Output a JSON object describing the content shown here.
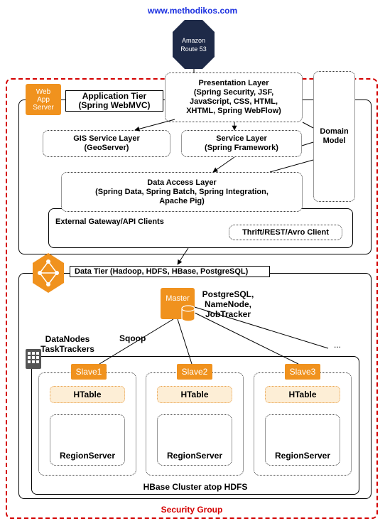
{
  "header": {
    "url": "www.methodikos.com"
  },
  "route53": {
    "label_line1": "Amazon",
    "label_line2": "Route 53"
  },
  "security_group": {
    "label": "Security Group"
  },
  "web_app_server": {
    "label_line1": "Web",
    "label_line2": "App",
    "label_line3": "Server"
  },
  "application_tier": {
    "label_line1": "Application Tier",
    "label_line2": "(Spring WebMVC)"
  },
  "presentation_layer": {
    "line1": "Presentation Layer",
    "line2": "(Spring Security, JSF,",
    "line3": "JavaScript, CSS, HTML,",
    "line4": "XHTML, Spring WebFlow)"
  },
  "domain_model": {
    "line1": "Domain",
    "line2": "Model"
  },
  "gis_service_layer": {
    "line1": "GIS Service Layer",
    "line2": "(GeoServer)"
  },
  "service_layer": {
    "line1": "Service Layer",
    "line2": "(Spring Framework)"
  },
  "data_access_layer": {
    "line1": "Data Access Layer",
    "line2": "(Spring Data, Spring Batch, Spring Integration,",
    "line3": "Apache Pig)"
  },
  "external_gateway": {
    "label": "External Gateway/API Clients",
    "client": "Thrift/REST/Avro Client"
  },
  "data_tier": {
    "label": "Data Tier (Hadoop, HDFS, HBase, PostgreSQL)"
  },
  "master": {
    "label": "Master",
    "services_line1": "PostgreSQL,",
    "services_line2": "NameNode,",
    "services_line3": "JobTracker"
  },
  "sqoop": {
    "label": "Sqoop"
  },
  "datanodes": {
    "line1": "DataNodes",
    "line2": "TaskTrackers"
  },
  "ellipsis": "...",
  "hbase_cluster": {
    "label": "HBase Cluster atop HDFS"
  },
  "slaves": [
    {
      "name": "Slave1",
      "table": "HTable",
      "server": "RegionServer"
    },
    {
      "name": "Slave2",
      "table": "HTable",
      "server": "RegionServer"
    },
    {
      "name": "Slave3",
      "table": "HTable",
      "server": "RegionServer"
    }
  ],
  "colors": {
    "accent_orange": "#f0921e",
    "security_red": "#d40000",
    "url_blue": "#1a2fe0",
    "route53_navy": "#1e2a48"
  }
}
